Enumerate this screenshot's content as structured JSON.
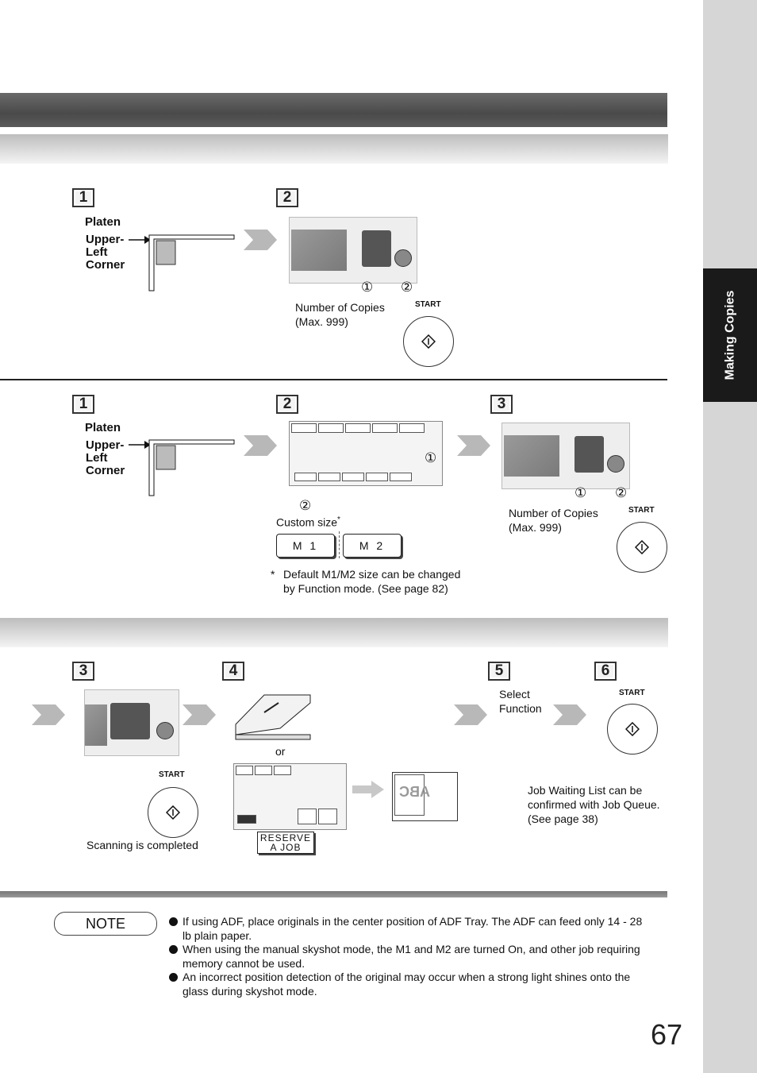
{
  "sidebar": {
    "tab_label": "Making Copies"
  },
  "section1": {
    "step1_number": "1",
    "step2_number": "2",
    "platen_label": "Platen",
    "corner_label_1": "Upper-",
    "corner_label_2": "Left",
    "corner_label_3": "Corner",
    "marker_1": "①",
    "marker_2": "②",
    "copies_label_1": "Number of Copies",
    "copies_label_2": "(Max. 999)",
    "start_label": "START"
  },
  "section2": {
    "step1_number": "1",
    "step2_number": "2",
    "step3_number": "3",
    "platen_label": "Platen",
    "corner_label_1": "Upper-",
    "corner_label_2": "Left",
    "corner_label_3": "Corner",
    "custom_size_label": "Custom size",
    "custom_size_mark": "*",
    "m1_label": "M 1",
    "m2_label": "M 2",
    "footnote_mark": "*",
    "footnote_line1": "Default M1/M2 size can be changed",
    "footnote_line2": "by Function mode. (See page 82)",
    "copies_label_1": "Number of Copies",
    "copies_label_2": "(Max. 999)",
    "start_label": "START",
    "marker_1": "①",
    "marker_2": "②"
  },
  "section3": {
    "step3_number": "3",
    "step4_number": "4",
    "step5_number": "5",
    "step6_number": "6",
    "start_label_a": "START",
    "start_label_b": "START",
    "scan_done": "Scanning is completed",
    "or_label": "or",
    "reserve_line1": "RESERVE",
    "reserve_line2": "A JOB",
    "select_line1": "Select",
    "select_line2": "Function",
    "queue_line1": "Job Waiting List can be",
    "queue_line2": "confirmed with Job Queue.",
    "queue_line3": "(See page 38)",
    "doc_letters": "ABC"
  },
  "note": {
    "label": "NOTE",
    "items": [
      [
        "If using ADF, place originals in the center position of ADF Tray. The ADF can feed only 14 - 28",
        "lb plain paper."
      ],
      [
        "When using the manual skyshot mode, the M1 and M2 are turned On, and other job requiring",
        "memory cannot be used."
      ],
      [
        "An incorrect position detection of the original may occur when a strong light shines onto the",
        "glass during skyshot mode."
      ]
    ]
  },
  "page_number": "67",
  "colors": {
    "sidebar_gray": "#d6d6d6",
    "tab_black": "#1a1a1a",
    "arrow_gray": "#b8b8b8"
  }
}
